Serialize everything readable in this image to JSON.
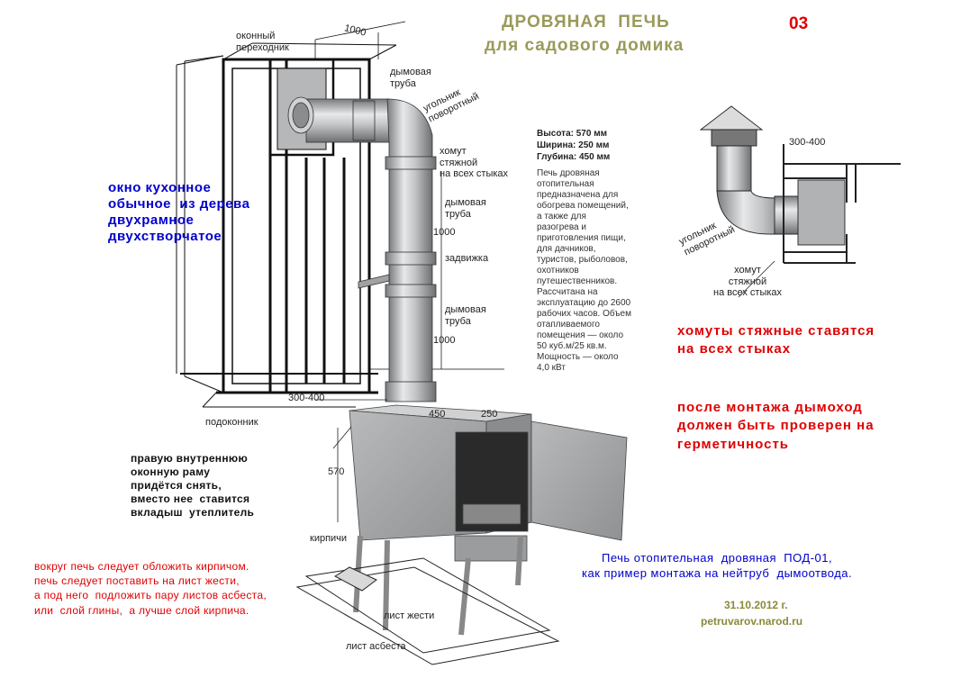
{
  "title": {
    "line1": "ДРОВЯНАЯ  ПЕЧЬ",
    "line2": "для садового домика",
    "number": "03"
  },
  "labels": {
    "window_adapter": "оконный\nпереходник",
    "dim_1000_top": "1000",
    "smoke_pipe_top": "дымовая\nтруба",
    "elbow": "угольник\nповоротный",
    "clamp": "хомут\nстяжной\nна всех стыках",
    "smoke_pipe_mid": "дымовая\nтруба",
    "dim_1000_mid": "1000",
    "damper": "задвижка",
    "smoke_pipe_low": "дымовая\nтруба",
    "dim_1000_low": "1000",
    "dim_300_400_left": "300-400",
    "windowsill": "подоконник",
    "dim_450": "450",
    "dim_250": "250",
    "dim_570": "570",
    "bricks": "кирпичи",
    "sheet_metal": "лист жести",
    "asbestos_sheet": "лист асбеста",
    "dim_300_400_right": "300-400",
    "elbow_right": "угольник\nповоротный",
    "clamp_right": "хомут\nстяжной\nна всех стыках"
  },
  "specs": {
    "height": "Высота: 570 мм",
    "width": "Ширина: 250 мм",
    "depth": "Глубина: 450 мм",
    "description": "Печь дровяная\nотопительная\nпредназначена для\nобогрева помещений,\nа также для\nразогрева и\nприготовления пищи,\nдля дачников,\nтуристов, рыболовов,\nохотников\nпутешественников.\nРассчитана на\nэксплуатацию до 2600\nрабочих часов. Объем\nотапливаемого\nпомещения — около\n50 куб.м/25 кв.м.\nМощность — около\n4,0 кВт"
  },
  "notes": {
    "window": "окно кухонное\nобычное  из дерева\nдвухрамное\nдвухстворчатое",
    "clamps": "хомуты стяжные ставятся\nна всех стыках",
    "check": "после монтажа дымоход\nдолжен быть проверен на\nгерметичность",
    "frame": "правую внутреннюю\nоконную раму\nпридётся снять,\nвместо нее  ставится\nвкладыш  утеплитель",
    "bricks_note": "вокруг печь следует обложить кирпичом.\nпечь следует поставить на лист жести,\nа под него  подложить пару листов асбеста,\nили  слой глины,  а лучше слой кирпича.",
    "example": "Печь отопительная  дровяная  ПОД-01,\nкак пример монтажа на нейтруб  дымоотвода.",
    "date": "31.10.2012 г.",
    "site": "petruvarov.narod.ru"
  },
  "colors": {
    "title": "#9a9a5a",
    "accent_red": "#e00000",
    "note_blue": "#0000cc",
    "stove_metal": "#9ea0a2"
  }
}
